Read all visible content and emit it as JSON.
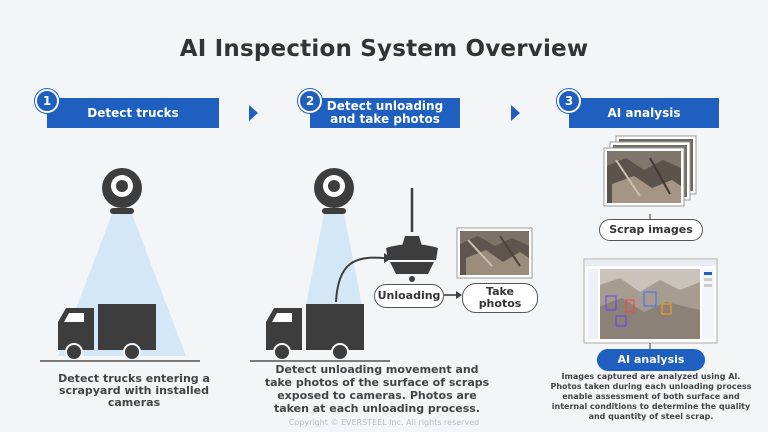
{
  "title": "AI Inspection System Overview",
  "steps": [
    {
      "number": "1",
      "label": "Detect trucks",
      "caption": "Detect trucks entering a scrapyard with installed cameras"
    },
    {
      "number": "2",
      "label": "Detect unloading and take photos",
      "caption": "Detect unloading movement and take photos of the surface of scraps exposed to cameras. Photos are taken at each unloading process."
    },
    {
      "number": "3",
      "label": "AI analysis",
      "caption": "Images captured are analyzed using AI. Photos taken during each unloading process enable assessment of both surface and internal conditions to determine the quality and quantity of steel scrap."
    }
  ],
  "labels": {
    "unloading": "Unloading",
    "take_photos": "Take photos",
    "scrap_images": "Scrap images",
    "ai_analysis": "AI analysis"
  },
  "footer": "Copyright © EVERSTEEL Inc. All rights reserved",
  "colors": {
    "accent": "#1e5fbf",
    "dark": "#3d3d3d",
    "beam": "#cfe6f5"
  }
}
